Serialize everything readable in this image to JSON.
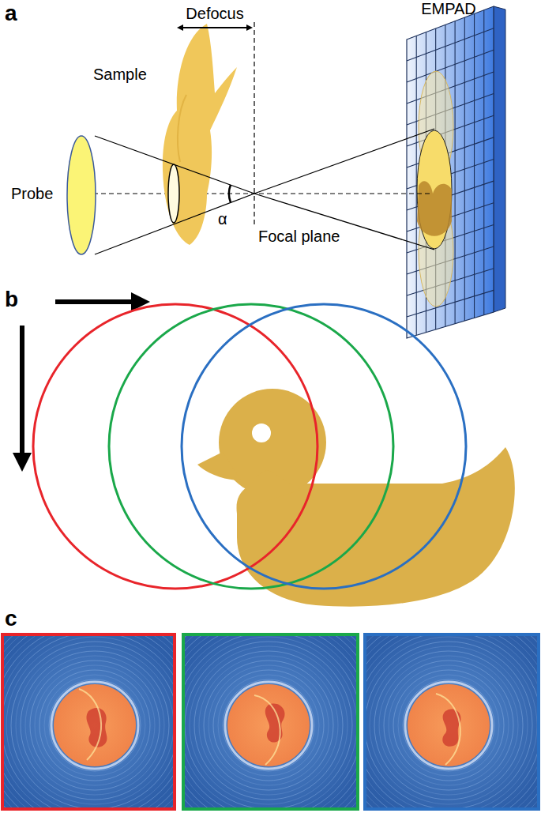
{
  "diagram": {
    "labels": [
      "a",
      "Defocus",
      "Sample",
      "EMPAD",
      "Probe",
      "α",
      "Focal plane",
      "b",
      "c"
    ]
  }
}
